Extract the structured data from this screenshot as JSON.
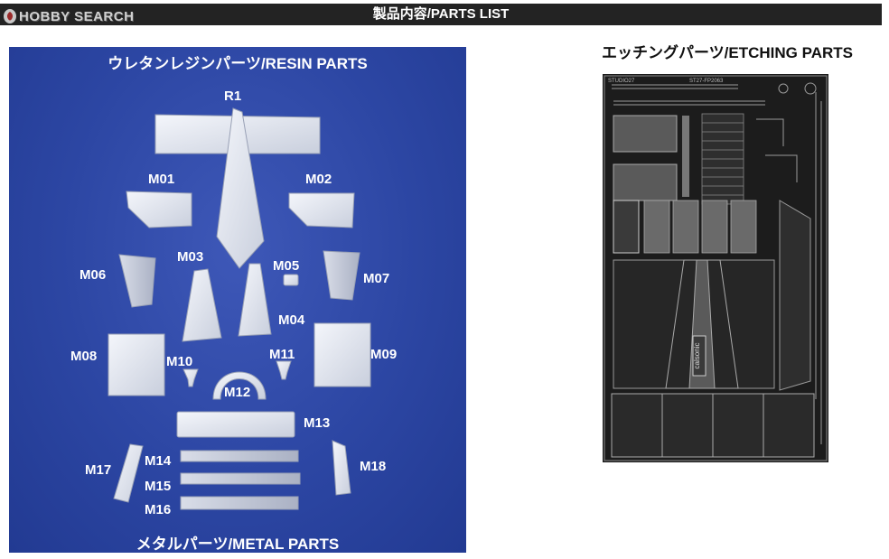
{
  "header": {
    "logo_text": "HOBBY SEARCH",
    "title": "製品内容/PARTS LIST",
    "bar_color": "#232323"
  },
  "resin_panel": {
    "heading": "ウレタンレジンパーツ/RESIN PARTS",
    "footer": "メタルパーツ/METAL PARTS",
    "background_color": "#2c46a3",
    "part_labels": {
      "r1": "R1",
      "m01": "M01",
      "m02": "M02",
      "m03": "M03",
      "m04": "M04",
      "m05": "M05",
      "m06": "M06",
      "m07": "M07",
      "m08": "M08",
      "m09": "M09",
      "m10": "M10",
      "m11": "M11",
      "m12": "M12",
      "m13": "M13",
      "m14": "M14",
      "m15": "M15",
      "m16": "M16",
      "m17": "M17",
      "m18": "M18"
    }
  },
  "etching_panel": {
    "heading": "エッチングパーツ/ETCHING PARTS",
    "sheet_brand": "STUDIO27",
    "sheet_code": "ST27-FP2063",
    "sheet_logo": "calsonic"
  }
}
